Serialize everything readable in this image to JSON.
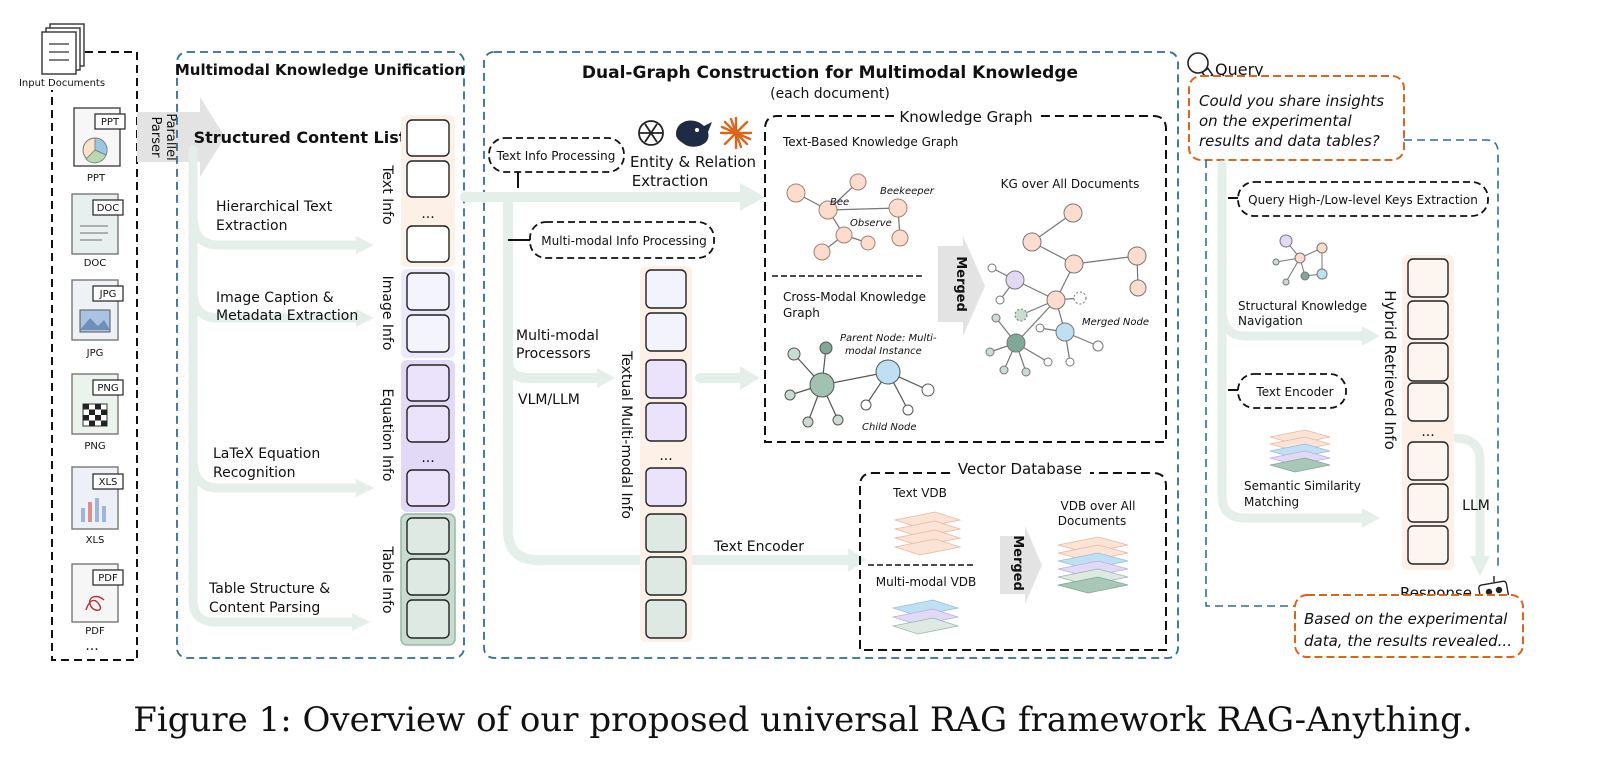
{
  "input": {
    "title": "Input Documents",
    "docs": [
      {
        "tag": "PPT",
        "label": "PPT"
      },
      {
        "tag": "DOC",
        "label": "DOC"
      },
      {
        "tag": "JPG",
        "label": "JPG"
      },
      {
        "tag": "PNG",
        "label": "PNG"
      },
      {
        "tag": "XLS",
        "label": "XLS"
      },
      {
        "tag": "PDF",
        "label": "PDF"
      }
    ],
    "more": "...",
    "parser_line1": "Parallel",
    "parser_line2": "Parser"
  },
  "unification": {
    "title": "Multimodal Knowledge Unification",
    "content_list": "Structured Content List",
    "steps": [
      {
        "line1": "Hierarchical Text",
        "line2": "Extraction"
      },
      {
        "line1": "Image Caption &",
        "line2": "Metadata Extraction"
      },
      {
        "line1": "LaTeX Equation",
        "line2": "Recognition"
      },
      {
        "line1": "Table Structure &",
        "line2": "Content Parsing"
      }
    ],
    "columns": [
      "Text Info",
      "Image Info",
      "Equation Info",
      "Table Info"
    ],
    "dots": "..."
  },
  "dual_graph": {
    "title": "Dual-Graph Construction for Multimodal Knowledge",
    "subtitle": "(each document)",
    "text_proc": "Text Info Processing",
    "entity_line1": "Entity & Relation",
    "entity_line2": "Extraction",
    "mm_proc": "Multi-modal Info Processing",
    "processors_line1": "Multi-modal",
    "processors_line2": "Processors",
    "vlm": "VLM/LLM",
    "textual_mm": "Textual Multi-modal Info",
    "dots": "...",
    "text_encoder": "Text Encoder",
    "kg": {
      "title": "Knowledge Graph",
      "text_based": "Text-Based Knowledge Graph",
      "bee": "Bee",
      "beekeeper": "Beekeeper",
      "observe": "Observe",
      "cross_line1": "Cross-Modal Knowledge",
      "cross_line2": "Graph",
      "parent_line1": "Parent Node: Multi-",
      "parent_line2": "modal Instance",
      "child": "Child Node",
      "merged": "Merged",
      "kg_all": "KG over All Documents",
      "merged_node": "Merged Node"
    },
    "vdb": {
      "title": "Vector Database",
      "text_vdb": "Text VDB",
      "mm_vdb": "Multi-modal VDB",
      "merged": "Merged",
      "all_line1": "VDB over All",
      "all_line2": "Documents"
    }
  },
  "query_side": {
    "query_label": "Query",
    "query_line1": "Could you share insights",
    "query_line2": "on the experimental",
    "query_line3": "results and data tables?",
    "keys": "Query High-/Low-level Keys Extraction",
    "nav_line1": "Structural Knowledge",
    "nav_line2": "Navigation",
    "encoder": "Text Encoder",
    "sim_line1": "Semantic Similarity",
    "sim_line2": "Matching",
    "hybrid": "Hybrid Retrieved Info",
    "dots": "...",
    "llm": "LLM",
    "response_label": "Response",
    "response_line1": "Based on the experimental",
    "response_line2": "data, the results revealed..."
  },
  "caption": "Figure 1: Overview of our proposed universal RAG framework RAG-Anything.",
  "colors": {
    "panel_border": "#2f6f94",
    "arrow": "#e4efe9",
    "peach": "#fdf0e6",
    "peach_edge": "#f5d0b2",
    "lavender": "#ebe9fb",
    "purple": "#e2d9f6",
    "green": "#dde9e2",
    "green_edge": "#98b8a6",
    "orange": "#d9661c",
    "node_peach": "#fcdccc",
    "node_green": "#9fc3b0",
    "node_blue": "#bfe0f2"
  }
}
